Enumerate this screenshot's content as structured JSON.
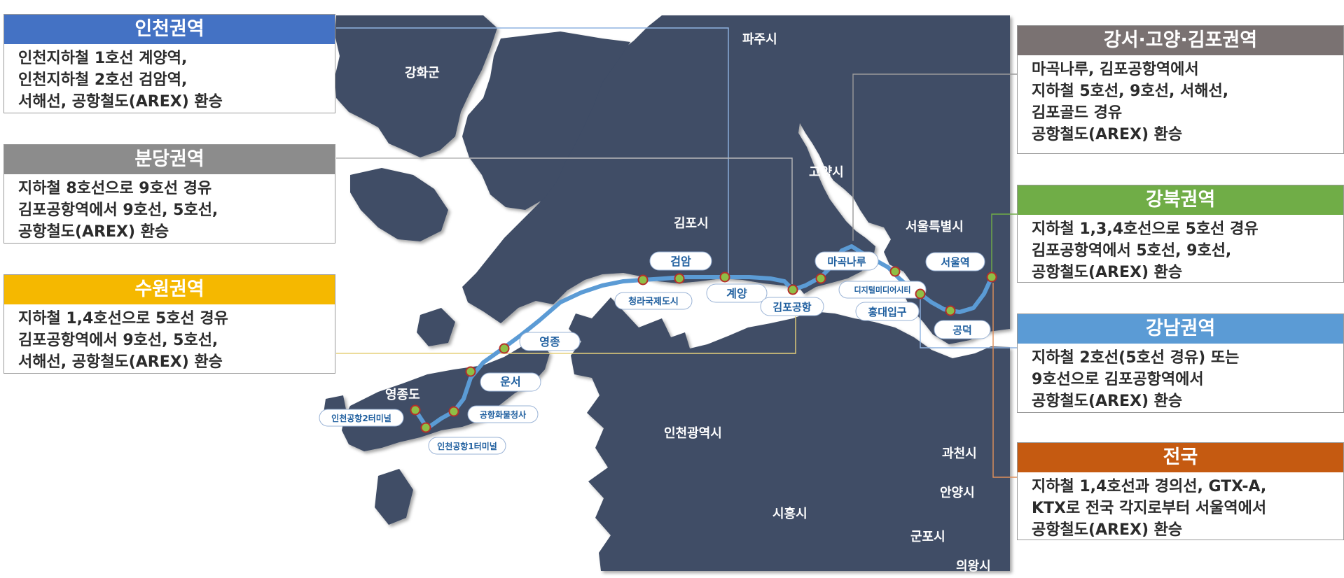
{
  "colors": {
    "land": "#3f4d66",
    "route": "#5b9bd5",
    "station_fill": "#8fbf46",
    "station_ring": "#b5302a",
    "station_label_text": "#1f5f9f"
  },
  "places": [
    {
      "name": "파주시"
    },
    {
      "name": "강화군"
    },
    {
      "name": "고양시"
    },
    {
      "name": "김포시"
    },
    {
      "name": "서울특별시"
    },
    {
      "name": "영종도"
    },
    {
      "name": "인천광역시"
    },
    {
      "name": "시흥시"
    },
    {
      "name": "과천시"
    },
    {
      "name": "안양시"
    },
    {
      "name": "군포시"
    },
    {
      "name": "의왕시"
    }
  ],
  "stations": [
    {
      "name": "인천공항2터미널"
    },
    {
      "name": "인천공항1터미널"
    },
    {
      "name": "공항화물청사"
    },
    {
      "name": "운서"
    },
    {
      "name": "영종"
    },
    {
      "name": "청라국제도시"
    },
    {
      "name": "검암"
    },
    {
      "name": "계양"
    },
    {
      "name": "김포공항"
    },
    {
      "name": "마곡나루"
    },
    {
      "name": "디지털미디어시티"
    },
    {
      "name": "홍대입구"
    },
    {
      "name": "공덕"
    },
    {
      "name": "서울역"
    }
  ],
  "regions": [
    {
      "title": "인천권역",
      "color": "#4472c4",
      "lines": [
        "인천지하철 1호선 계양역,",
        "인천지하철 2호선 검암역,",
        "서해선, 공항철도(AREX) 환승"
      ]
    },
    {
      "title": "분당권역",
      "color": "#8c8c8c",
      "lines": [
        "지하철 8호선으로 9호선 경유",
        "김포공항역에서 9호선, 5호선,",
        "공항철도(AREX) 환승"
      ]
    },
    {
      "title": "수원권역",
      "color": "#f5b800",
      "lines": [
        "지하철 1,4호선으로 5호선 경유",
        "김포공항역에서 9호선, 5호선,",
        "서해선, 공항철도(AREX) 환승"
      ]
    },
    {
      "title": "강서·고양·김포권역",
      "color": "#7a7272",
      "lines": [
        "마곡나루, 김포공항역에서",
        "지하철 5호선, 9호선, 서해선,",
        "김포골드 경유",
        "공항철도(AREX) 환승"
      ]
    },
    {
      "title": "강북권역",
      "color": "#70ad47",
      "lines": [
        "지하철 1,3,4호선으로 5호선 경유",
        "김포공항역에서 5호선, 9호선,",
        "공항철도(AREX) 환승"
      ]
    },
    {
      "title": "강남권역",
      "color": "#5b9bd5",
      "lines": [
        "지하철 2호선(5호선 경유) 또는",
        "9호선으로 김포공항역에서",
        "공항철도(AREX) 환승"
      ]
    },
    {
      "title": "전국",
      "color": "#c55a11",
      "lines": [
        "지하철 1,4호선과 경의선, GTX-A,",
        "KTX로 전국 각지로부터 서울역에서",
        "공항철도(AREX) 환승"
      ]
    }
  ]
}
